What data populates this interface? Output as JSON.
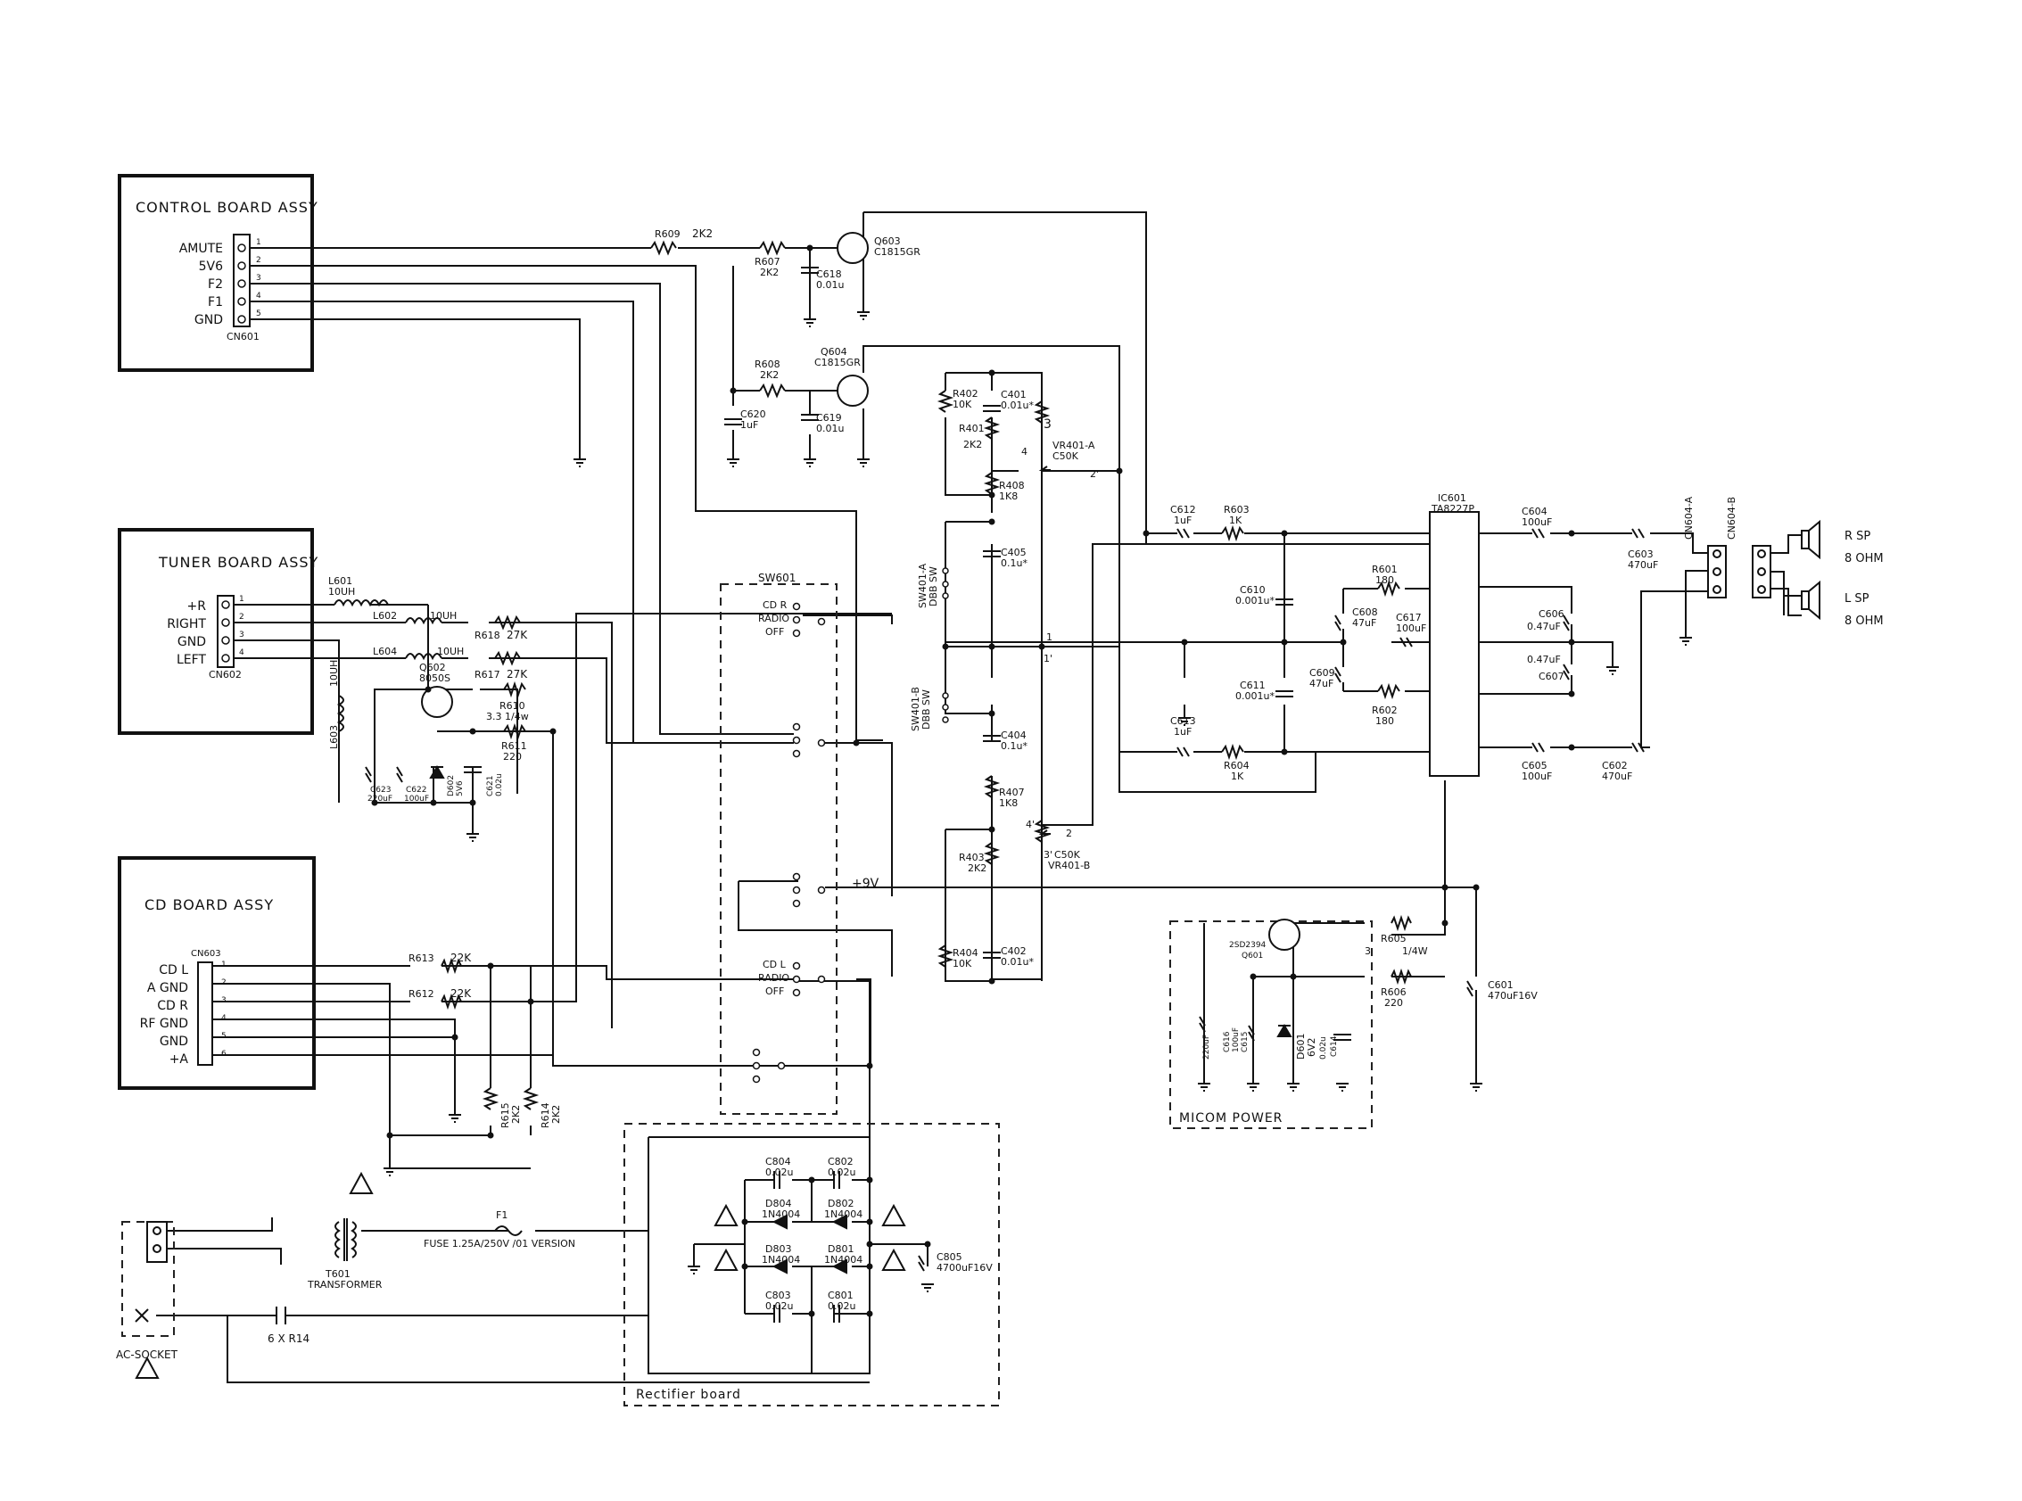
{
  "blocks": {
    "control": {
      "title": "CONTROL BOARD ASSY",
      "connector": "CN601",
      "pins": [
        "AMUTE",
        "5V6",
        "F2",
        "F1",
        "GND"
      ]
    },
    "tuner": {
      "title": "TUNER BOARD ASSY",
      "connector": "CN602",
      "pins": [
        "+R",
        "RIGHT",
        "GND",
        "LEFT"
      ]
    },
    "cd": {
      "title": "CD BOARD ASSY",
      "connector": "CN603",
      "pins": [
        "CD L",
        "A GND",
        "CD R",
        "RF GND",
        "GND",
        "+A"
      ]
    }
  },
  "pin_numbers": [
    "1",
    "2",
    "3",
    "4",
    "5",
    "6"
  ],
  "components": {
    "r609": [
      "R609",
      "2K2"
    ],
    "r607": [
      "R607",
      "2K2"
    ],
    "c618": [
      "C618",
      "0.01u"
    ],
    "q603": [
      "Q603",
      "C1815GR"
    ],
    "r608": [
      "R608",
      "2K2"
    ],
    "q604": [
      "Q604",
      "C1815GR"
    ],
    "c620": [
      "C620",
      "1uF"
    ],
    "c619": [
      "C619",
      "0.01u"
    ],
    "r402": [
      "R402",
      "10K"
    ],
    "c401": [
      "C401",
      "0.01u*"
    ],
    "r401": [
      "R401",
      "2K2"
    ],
    "vr401a": [
      "VR401-A",
      "C50K"
    ],
    "r408": [
      "R408",
      "1K8"
    ],
    "c405": [
      "C405",
      "0.1u*"
    ],
    "c404": [
      "C404",
      "0.1u*"
    ],
    "r407": [
      "R407",
      "1K8"
    ],
    "vr401b": [
      "C50K",
      "VR401-B"
    ],
    "r403": [
      "R403",
      "2K2"
    ],
    "r404": [
      "R404",
      "10K"
    ],
    "c402": [
      "C402",
      "0.01u*"
    ],
    "sw401a": [
      "SW401-A",
      "DBB SW"
    ],
    "sw401b": [
      "SW401-B",
      "DBB SW"
    ],
    "c612": [
      "C612",
      "1uF"
    ],
    "r603": [
      "R603",
      "1K"
    ],
    "c613": [
      "C613",
      "1uF"
    ],
    "r604": [
      "R604",
      "1K"
    ],
    "c610": [
      "C610",
      "0.001u*"
    ],
    "c611": [
      "C611",
      "0.001u*"
    ],
    "r601": [
      "R601",
      "180"
    ],
    "r602": [
      "R602",
      "180"
    ],
    "c608": [
      "C608",
      "47uF"
    ],
    "c609": [
      "C609",
      "47uF"
    ],
    "c617": [
      "C617",
      "100uF"
    ],
    "ic601": [
      "IC601",
      "TA8227P"
    ],
    "c604": [
      "C604",
      "100uF"
    ],
    "c603": [
      "C603",
      "470uF"
    ],
    "c606": [
      "C606",
      "0.47uF"
    ],
    "c607": [
      "0.47uF",
      "C607"
    ],
    "c605": [
      "C605",
      "100uF"
    ],
    "c602": [
      "C602",
      "470uF"
    ],
    "l601": [
      "L601",
      "10UH"
    ],
    "l602": [
      "L602",
      "10UH"
    ],
    "l603": [
      "10UH",
      "L603"
    ],
    "l604": [
      "L604",
      "10UH"
    ],
    "r618": [
      "R618",
      "27K"
    ],
    "r617": [
      "R617",
      "27K"
    ],
    "q602": [
      "Q602",
      "8050S"
    ],
    "r610": [
      "R610",
      "3.3 1/4w"
    ],
    "r611": [
      "R611",
      "220"
    ],
    "c623": [
      "C623",
      "220uF"
    ],
    "c622": [
      "C622",
      "100uF"
    ],
    "d602": [
      "D602",
      "5V6"
    ],
    "c621": [
      "C621",
      "0.02u"
    ],
    "r613": [
      "R613",
      "22K"
    ],
    "r612": [
      "R612",
      "22K"
    ],
    "r615": [
      "R615",
      "2K2"
    ],
    "r614": [
      "R614",
      "2K2"
    ],
    "q601": [
      "2SD2394",
      "Q601"
    ],
    "r605": [
      "R605",
      "1/4W"
    ],
    "r606": [
      "R606",
      "220"
    ],
    "c601": [
      "C601",
      "470uF16V"
    ],
    "c616": [
      "C616",
      "100uF"
    ],
    "c615": [
      "C615",
      "220uF"
    ],
    "d601": [
      "D601",
      "6V2"
    ],
    "c614": [
      "C614",
      "0.02u"
    ],
    "c804": [
      "C804",
      "0.02u"
    ],
    "c802": [
      "C802",
      "0.02u"
    ],
    "c803": [
      "C803",
      "0.02u"
    ],
    "c801": [
      "C801",
      "0.02u"
    ],
    "d804": [
      "D804",
      "1N4004"
    ],
    "d802": [
      "D802",
      "1N4004"
    ],
    "d803": [
      "D803",
      "1N4004"
    ],
    "d801": [
      "D801",
      "1N4004"
    ],
    "c805": [
      "C805",
      "4700uF16V"
    ],
    "t601": [
      "T601",
      "TRANSFORMER"
    ],
    "f1": [
      "F1",
      "FUSE 1.25A/250V /01 VERSION"
    ],
    "r14": "6 X R14"
  },
  "switch": {
    "name": "SW601",
    "pos1": [
      "CD R",
      "RADIO",
      "OFF"
    ],
    "pos3": [
      "CD L",
      "RADIO",
      "OFF"
    ],
    "rail": "+9V"
  },
  "outputs": {
    "cn604a": "CN604-A",
    "cn604b": "CN604-B",
    "r_sp": "R SP",
    "l_sp": "L SP",
    "ohm1": "8 OHM",
    "ohm2": "8 OHM"
  },
  "regions": {
    "micom": "MICOM POWER",
    "rectifier": "Rectifier board",
    "ac_socket": "AC-SOCKET"
  },
  "net_labels": {
    "n1": "1",
    "n1p": "1'",
    "n2": "2",
    "n2p": "2'",
    "n3": "3",
    "n3p": "3'",
    "n4": "4",
    "n4p": "4'",
    "half": "3"
  }
}
